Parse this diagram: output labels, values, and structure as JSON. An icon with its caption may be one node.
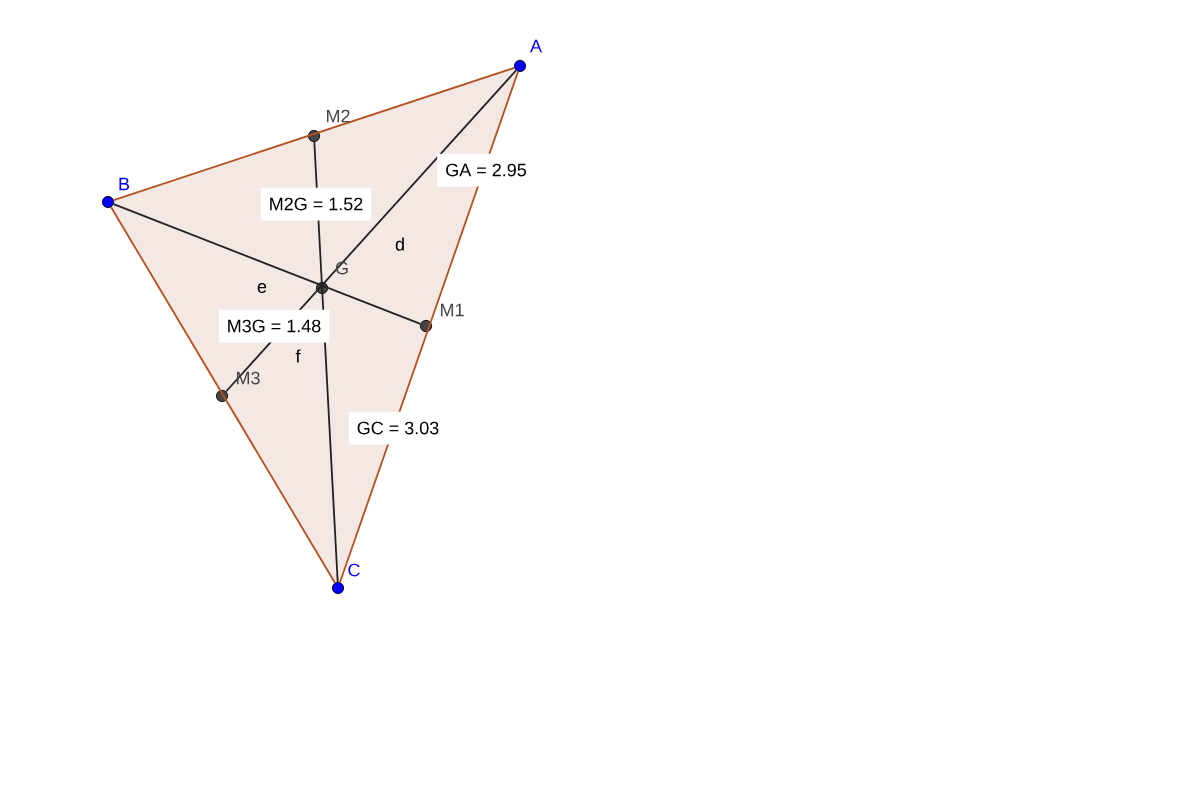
{
  "diagram": {
    "nodes": [
      {
        "text": [],
        "shape": "circle",
        "beside": [
          "A"
        ]
      },
      {
        "text": [],
        "shape": "circle",
        "beside": [
          "B"
        ]
      },
      {
        "text": [],
        "shape": "circle",
        "beside": [
          "C"
        ]
      },
      {
        "text": [],
        "shape": "circle",
        "beside": [
          "M1"
        ]
      },
      {
        "text": [],
        "shape": "circle",
        "beside": [
          "M2"
        ]
      },
      {
        "text": [],
        "shape": "circle",
        "beside": [
          "M3"
        ]
      },
      {
        "text": [],
        "shape": "circle",
        "beside": [
          "G"
        ]
      }
    ],
    "edges": [
      {
        "from": 0,
        "to": 1,
        "arrow": "none",
        "color": "#b5501e"
      },
      {
        "from": 1,
        "to": 2,
        "arrow": "none",
        "color": "#b5501e"
      },
      {
        "from": 2,
        "to": 0,
        "arrow": "none",
        "color": "#b5501e"
      },
      {
        "from": 0,
        "to": 5,
        "arrow": "none",
        "label": "d",
        "color": "#222222"
      },
      {
        "from": 1,
        "to": 3,
        "arrow": "none",
        "label": "e",
        "color": "#222222"
      },
      {
        "from": 2,
        "to": 4,
        "arrow": "none",
        "label": "f",
        "color": "#222222"
      }
    ],
    "labels": [
      "M2G = 1.52",
      "GA = 2.95",
      "M3G = 1.48",
      "GC = 3.03"
    ]
  }
}
